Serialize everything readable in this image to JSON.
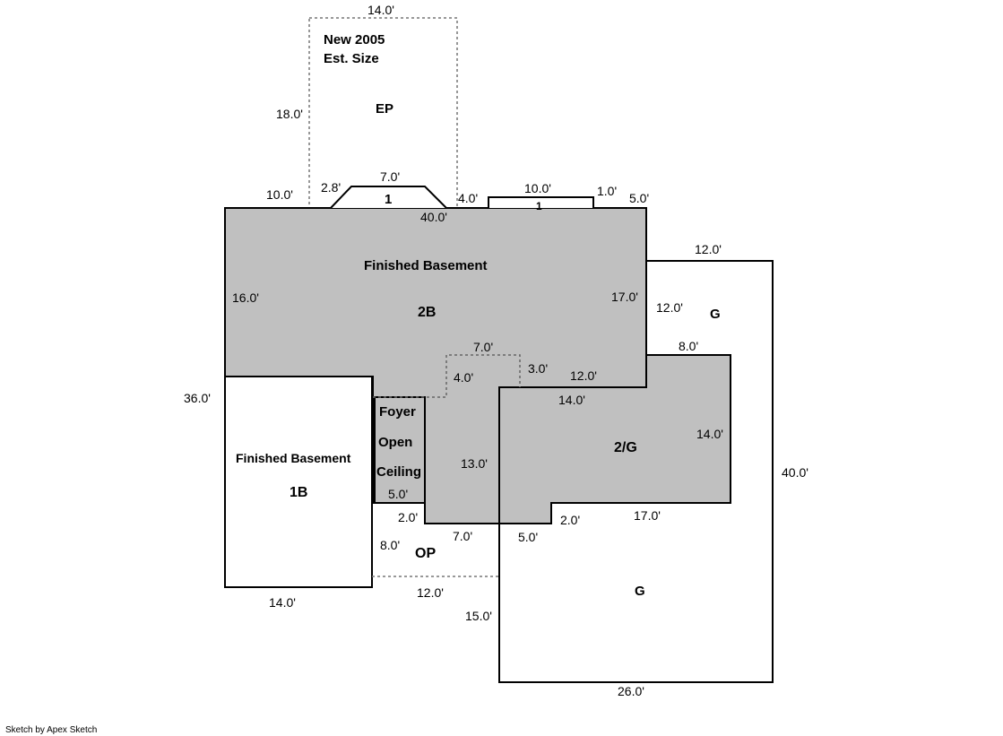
{
  "areas": {
    "ep": {
      "label": "EP",
      "note_line1": "New 2005",
      "note_line2": "Est. Size"
    },
    "bump1": {
      "label": "1"
    },
    "bump2": {
      "label": "1"
    },
    "basement2": {
      "title": "Finished Basement",
      "label": "2B"
    },
    "basement1": {
      "title": "Finished Basement",
      "label": "1B"
    },
    "foyer": {
      "line1": "Foyer",
      "line2": "Open",
      "line3": "Ceiling"
    },
    "garage_upper": {
      "label": "G"
    },
    "garage_lower": {
      "label": "G"
    },
    "garage_second": {
      "label": "2/G"
    },
    "porch": {
      "label": "OP"
    }
  },
  "dimensions": {
    "ep_top": "14.0'",
    "ep_side": "18.0'",
    "left_top": "10.0'",
    "bump1_diag": "2.8'",
    "bump1_top": "7.0'",
    "right_of_ep": "4.0'",
    "bump2_top": "10.0'",
    "bump2_side": "1.0'",
    "top_right": "5.0'",
    "main_top": "40.0'",
    "b2_left": "16.0'",
    "b2_right": "17.0'",
    "overall_left": "36.0'",
    "g_top": "12.0'",
    "g_side": "12.0'",
    "g2_top": "8.0'",
    "dotted_top": "7.0'",
    "dotted_left": "4.0'",
    "dotted_right": "3.0'",
    "g2_upper": "12.0'",
    "g2_inner_top": "14.0'",
    "g2_right": "14.0'",
    "foyer_bottom": "5.0'",
    "center_side": "13.0'",
    "g_right": "40.0'",
    "step_left": "2.0'",
    "step_bottom": "7.0'",
    "step_right": "5.0'",
    "g2_step": "2.0'",
    "g2_bottom": "17.0'",
    "op_side": "8.0'",
    "op_bottom": "12.0'",
    "b1_bottom": "14.0'",
    "g_lower_side": "15.0'",
    "g_bottom": "26.0'"
  },
  "footer": {
    "credit": "Sketch by Apex Sketch"
  }
}
